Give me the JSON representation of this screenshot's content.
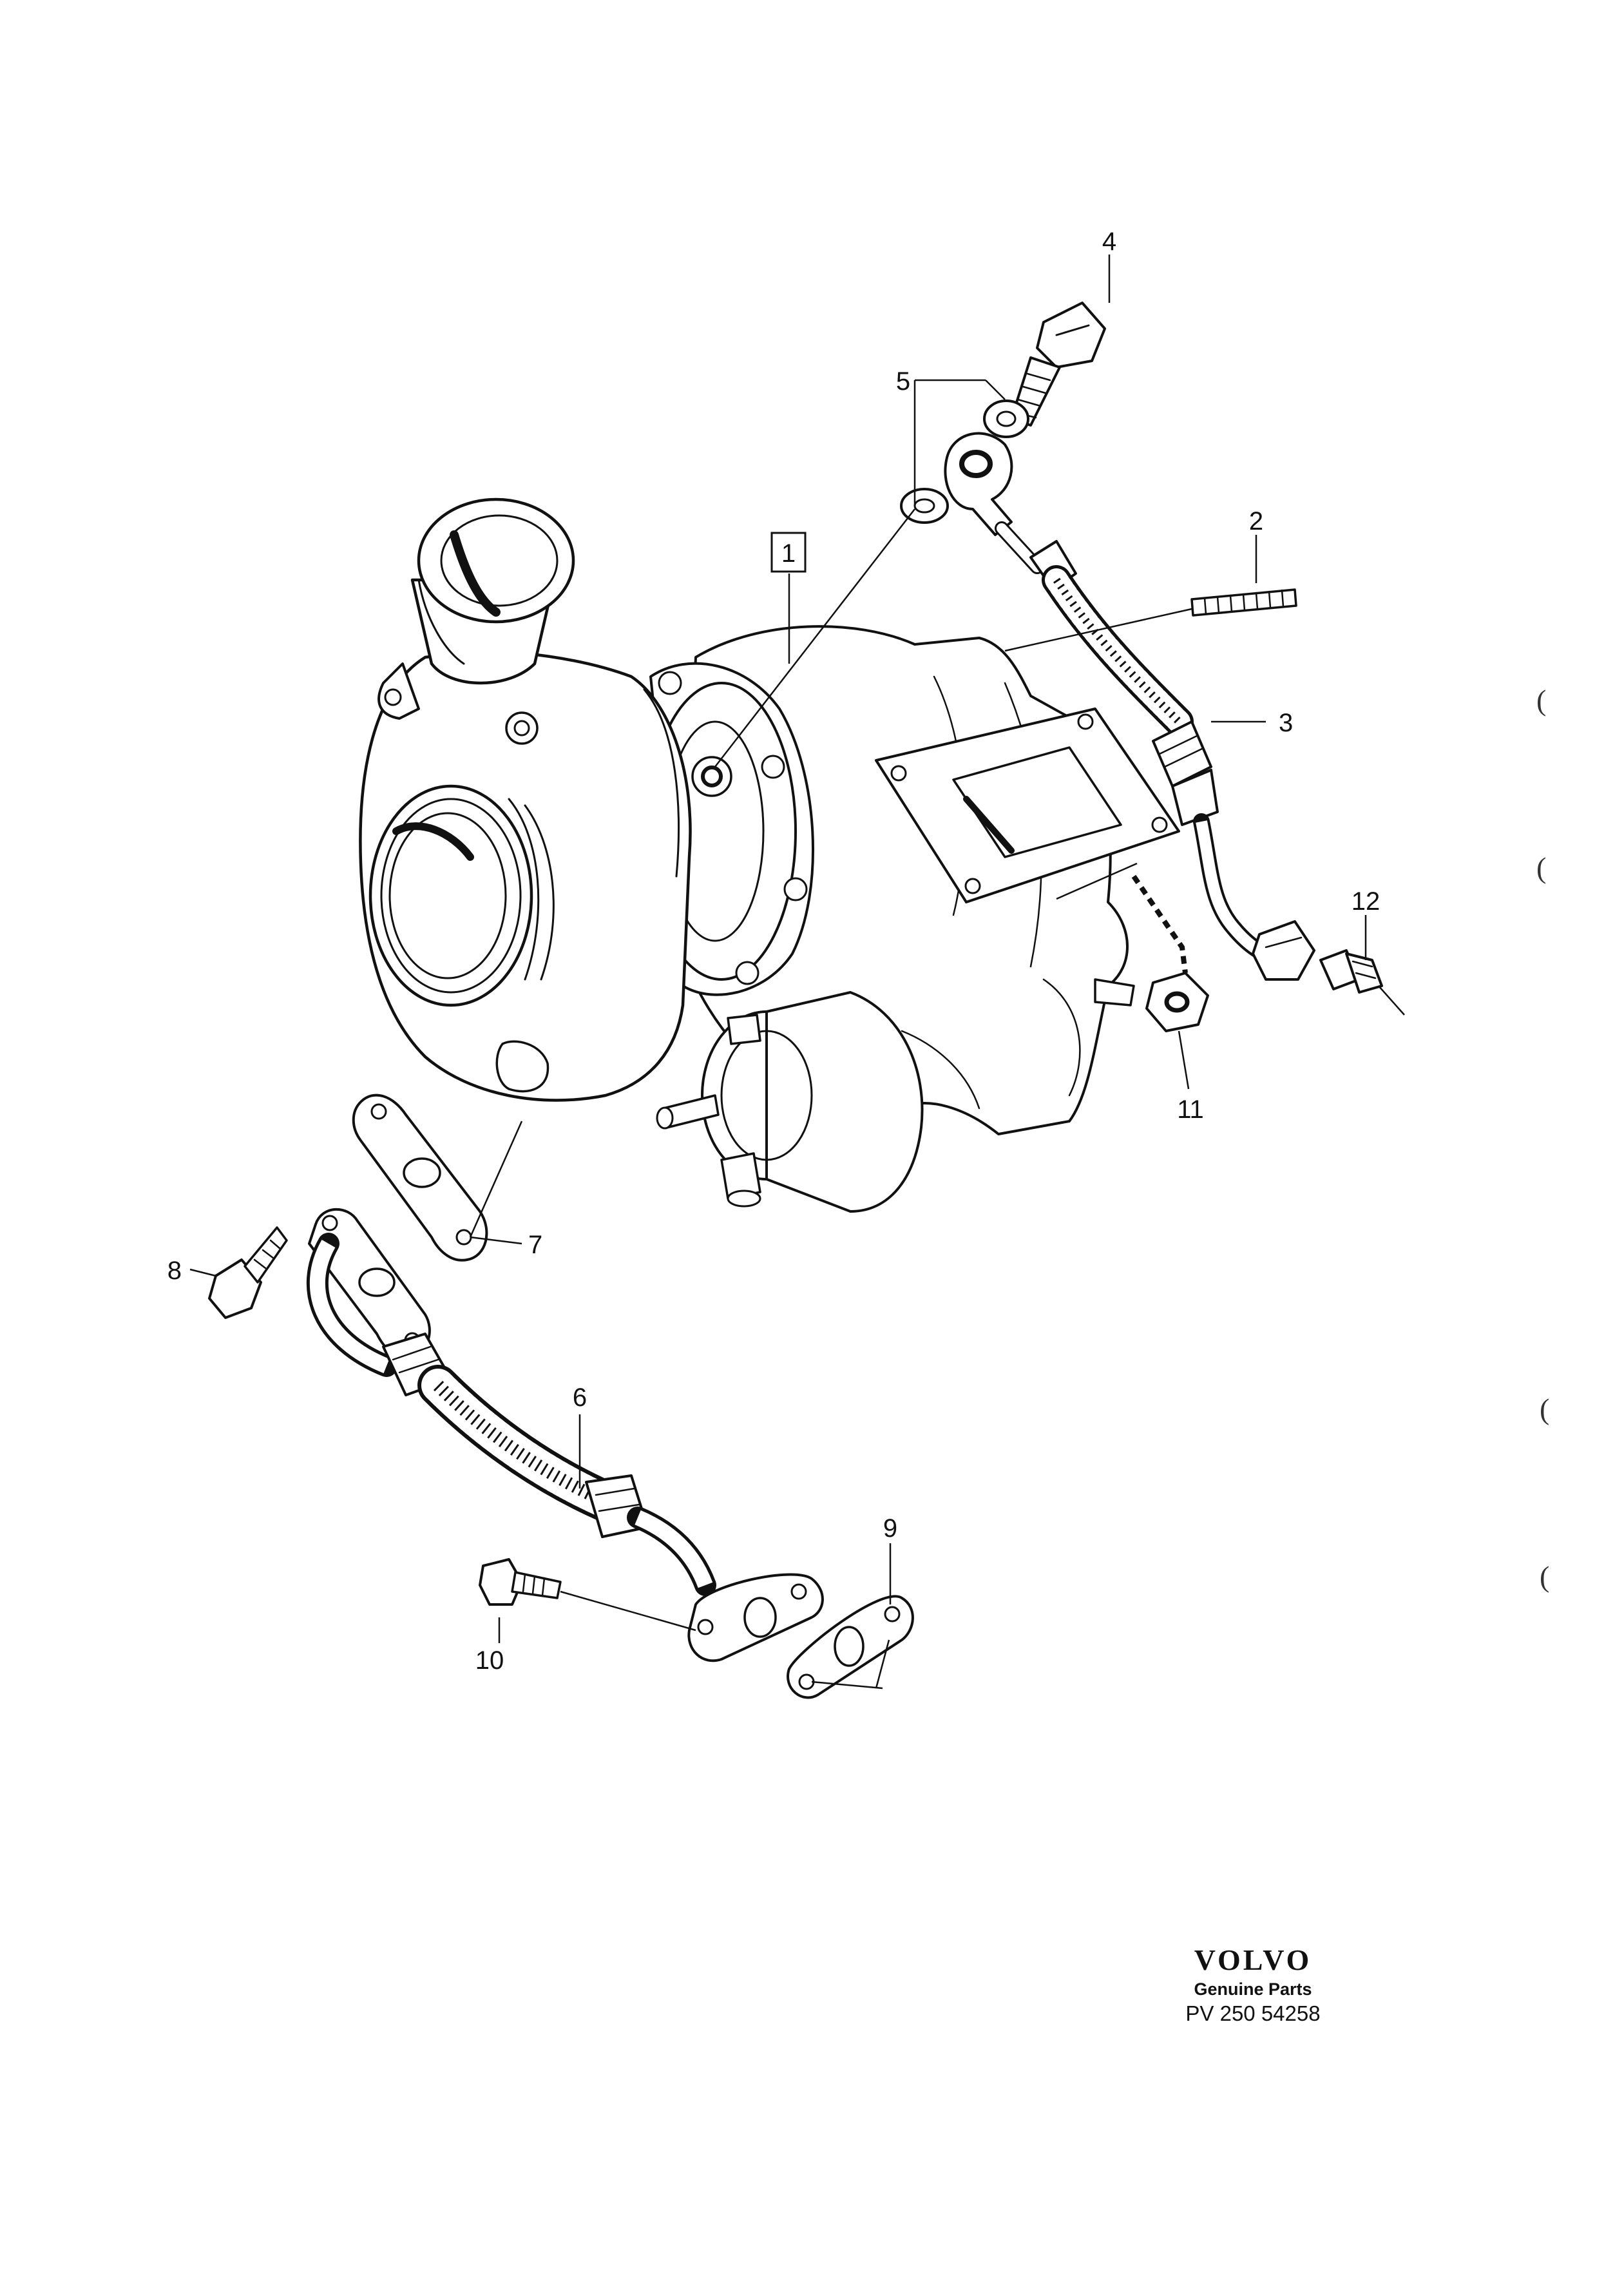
{
  "callouts": [
    {
      "id": "1",
      "text": "1",
      "boxed": true
    },
    {
      "id": "2",
      "text": "2"
    },
    {
      "id": "3",
      "text": "3"
    },
    {
      "id": "4",
      "text": "4"
    },
    {
      "id": "5",
      "text": "5"
    },
    {
      "id": "6",
      "text": "6"
    },
    {
      "id": "7",
      "text": "7"
    },
    {
      "id": "8",
      "text": "8"
    },
    {
      "id": "9",
      "text": "9"
    },
    {
      "id": "10",
      "text": "10"
    },
    {
      "id": "11",
      "text": "11"
    },
    {
      "id": "12",
      "text": "12"
    }
  ],
  "brand": {
    "logo": "VOLVO",
    "subtitle": "Genuine Parts",
    "code": "PV 250 54258"
  },
  "margin_marks": [
    "(",
    "(",
    "(",
    "("
  ]
}
